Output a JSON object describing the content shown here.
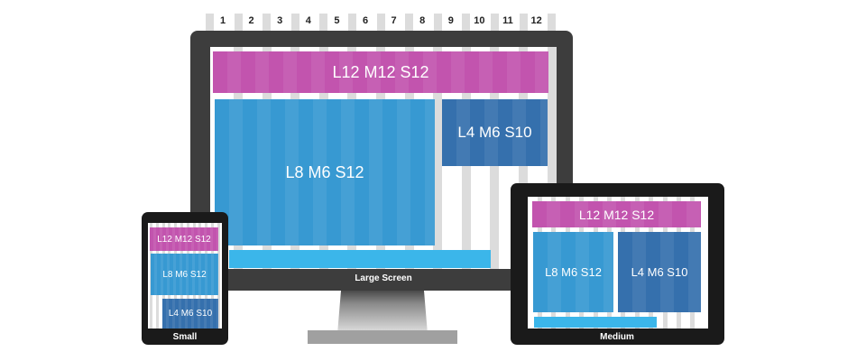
{
  "column_numbers": [
    "1",
    "2",
    "3",
    "4",
    "5",
    "6",
    "7",
    "8",
    "9",
    "10",
    "11",
    "12"
  ],
  "devices": {
    "large": {
      "label": "Large Screen",
      "blocks": {
        "header": "L12 M12 S12",
        "main": "L8 M6 S12",
        "side": "L4 M6 S10"
      }
    },
    "medium": {
      "label": "Medium",
      "blocks": {
        "header": "L12 M12 S12",
        "main": "L8 M6 S12",
        "side": "L4 M6 S10"
      }
    },
    "small": {
      "label": "Small",
      "blocks": {
        "header": "L12 M12 S12",
        "main": "L8 M6 S12",
        "side": "L4 M6 S10"
      }
    }
  },
  "colors": {
    "magenta": "#c254ae",
    "blue": "#3799d2",
    "navy": "#3570ad",
    "sky": "#3bb6ea",
    "bezel": "#3d3d3d",
    "grid": "#dcdcdc"
  }
}
